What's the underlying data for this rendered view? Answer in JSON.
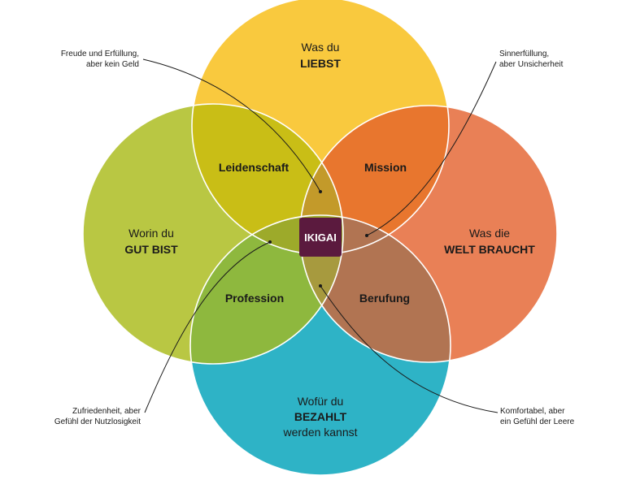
{
  "circles": {
    "love": {
      "line1": "Was du",
      "line2": "LIEBST",
      "color": "#F9C93E"
    },
    "good": {
      "line1": "Worin du",
      "line2": "GUT BIST",
      "color": "#B9C743"
    },
    "world": {
      "line1": "Was die",
      "line2": "WELT BRAUCHT",
      "color": "#E98056"
    },
    "paid": {
      "line1": "Wofür du",
      "line2": "BEZAHLT",
      "line3": "werden kannst",
      "color": "#2EB3C6"
    }
  },
  "overlaps": {
    "passion": "Leidenschaft",
    "mission": "Mission",
    "profession": "Profession",
    "vocation": "Berufung"
  },
  "center": {
    "label": "IKIGAI",
    "color": "#5B1A3E"
  },
  "callouts": {
    "top_left": {
      "line1": "Freude und Erfüllung,",
      "line2": "aber kein Geld"
    },
    "top_right": {
      "line1": "Sinnerfüllung,",
      "line2": "aber Unsicherheit"
    },
    "bottom_left": {
      "line1": "Zufriedenheit, aber",
      "line2": "Gefühl der Nutzlosigkeit"
    },
    "bottom_right": {
      "line1": "Komfortabel, aber",
      "line2": "ein Gefühl der Leere"
    }
  }
}
